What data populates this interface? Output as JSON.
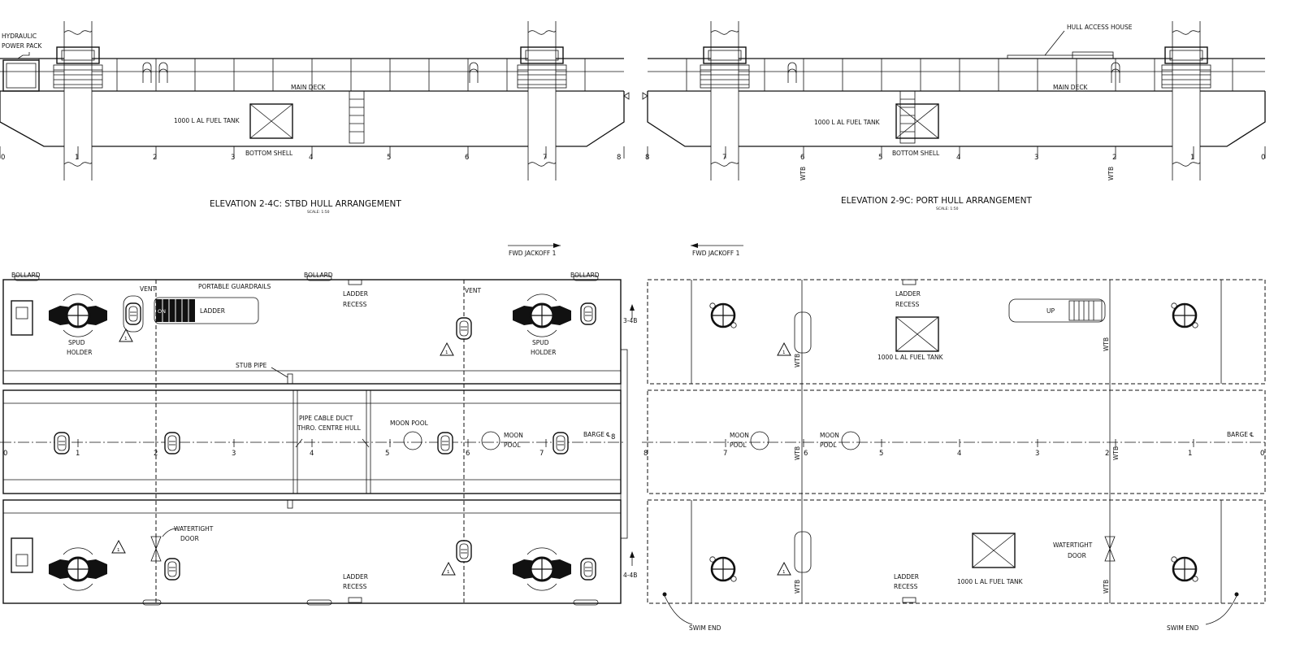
{
  "drawing": {
    "stbd_elevation": {
      "title": "ELEVATION 2-4C: STBD HULL ARRANGEMENT",
      "scale": "SCALE: 1:50",
      "hydraulic": [
        "HYDRAULIC",
        "POWER PACK"
      ],
      "main_deck": "MAIN DECK",
      "fuel_tank": "1000 L AL FUEL TANK",
      "bottom_shell": "BOTTOM SHELL",
      "frames": [
        "0",
        "1",
        "2",
        "3",
        "4",
        "5",
        "6",
        "7",
        "8"
      ]
    },
    "port_elevation": {
      "title": "ELEVATION 2-9C: PORT HULL ARRANGEMENT",
      "scale": "SCALE: 1:50",
      "hull_access_house": "HULL ACCESS HOUSE",
      "main_deck": "MAIN DECK",
      "fuel_tank": "1000 L AL FUEL TANK",
      "bottom_shell": "BOTTOM SHELL",
      "frames": [
        "8",
        "7",
        "6",
        "5",
        "4",
        "3",
        "2",
        "1",
        "0"
      ],
      "wtb": "WTB"
    },
    "stbd_plan": {
      "fwd_jackoff": "FWD JACKOFF 1",
      "bollard": "BOLLARD",
      "vent": "VENT",
      "portable_guardrails": "PORTABLE GUARDRAILS",
      "ladder": "LADDER",
      "ladder_recess": [
        "LADDER",
        "RECESS"
      ],
      "spud_holder": [
        "SPUD",
        "HOLDER"
      ],
      "stub_pipe": "STUB PIPE",
      "pipe_cable_duct": [
        "PIPE CABLE DUCT",
        "THRO. CENTRE HULL"
      ],
      "moon_pool": "MOON POOL",
      "moon_pool_split": [
        "MOON",
        "POOL"
      ],
      "barge_cl": "BARGE ℄",
      "watertight_door": [
        "WATERTIGHT",
        "DOOR"
      ],
      "section_top": "3-4B",
      "section_bottom": "4-4B",
      "warning": "1",
      "frames": [
        "0",
        "1",
        "2",
        "3",
        "4",
        "5",
        "6",
        "7",
        "8"
      ]
    },
    "port_plan": {
      "fwd_jackoff": "FWD JACKOFF 1",
      "ladder_recess": [
        "LADDER",
        "RECESS"
      ],
      "fuel_tank": "1000 L AL FUEL TANK",
      "up": "UP",
      "moon_pool_split": [
        "MOON",
        "POOL"
      ],
      "barge_cl": "BARGE ℄",
      "watertight_door": [
        "WATERTIGHT",
        "DOOR"
      ],
      "swim_end": "SWIM END",
      "wtb": "WTB",
      "warning": "1",
      "frames": [
        "8",
        "7",
        "6",
        "5",
        "4",
        "3",
        "2",
        "1",
        "0"
      ]
    }
  }
}
